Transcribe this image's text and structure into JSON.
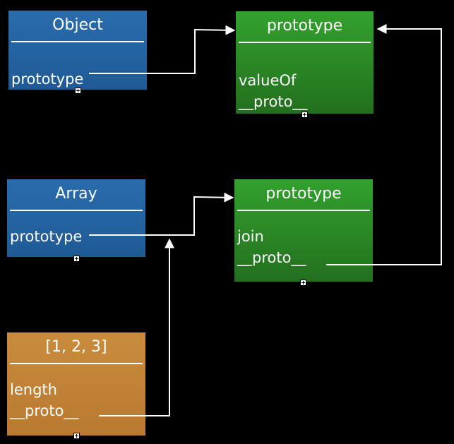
{
  "object_box": {
    "title": "Object",
    "fields": [
      "prototype"
    ],
    "color": "#2a6cad"
  },
  "object_prototype_box": {
    "title": "prototype",
    "fields": [
      "valueOf",
      "__proto__"
    ],
    "color": "#33a12e"
  },
  "array_box": {
    "title": "Array",
    "fields": [
      "prototype"
    ],
    "color": "#2a6cad"
  },
  "array_prototype_box": {
    "title": "prototype",
    "fields": [
      "join",
      "__proto__"
    ],
    "color": "#33a12e"
  },
  "instance_box": {
    "title": "[1, 2, 3]",
    "fields": [
      "length",
      "__proto__"
    ],
    "color": "#c98b3c"
  }
}
